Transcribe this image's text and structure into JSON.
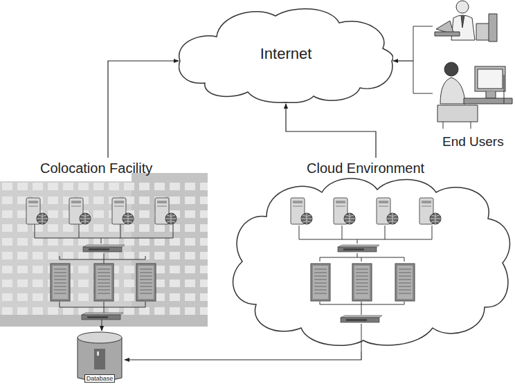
{
  "diagram": {
    "nodes": [
      {
        "text": [
          "Internet"
        ]
      },
      {
        "text": [
          "End Users"
        ]
      },
      {
        "text": [
          "Colocation Facility"
        ]
      },
      {
        "text": [
          "Cloud Environment"
        ]
      },
      {
        "text": [
          "Database"
        ]
      }
    ],
    "edges": [
      {
        "from": 2,
        "to": 0,
        "arrow": "to"
      },
      {
        "from": 3,
        "to": 0,
        "arrow": "to"
      },
      {
        "from": 1,
        "to": 0,
        "arrow": "to"
      },
      {
        "from": 2,
        "to": 4,
        "arrow": "to"
      },
      {
        "from": 3,
        "to": 4,
        "arrow": "to"
      }
    ]
  }
}
